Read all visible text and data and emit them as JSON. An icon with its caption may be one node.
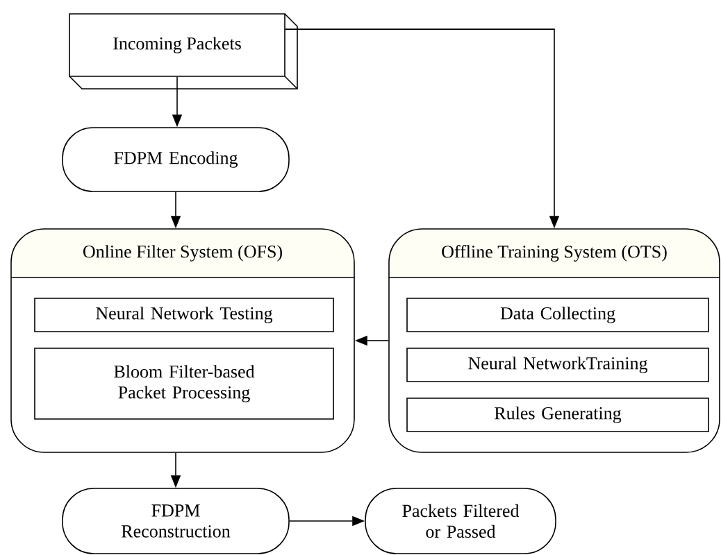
{
  "diagram": {
    "nodes": [
      {
        "text": [
          "Incoming Packets"
        ]
      },
      {
        "text": [
          "FDPM Encoding"
        ]
      },
      {
        "text": [
          "Online Filter System (OFS)"
        ]
      },
      {
        "text": [
          "Neural Network Testing"
        ],
        "in": 2
      },
      {
        "text": [
          "Bloom Filter-based Packet Processing"
        ],
        "in": 2
      },
      {
        "text": [
          "Offline Training System (OTS)"
        ]
      },
      {
        "text": [
          "Data Collecting"
        ],
        "in": 5
      },
      {
        "text": [
          "Neural NetworkTraining"
        ],
        "in": 5
      },
      {
        "text": [
          "Rules Generating"
        ],
        "in": 5
      },
      {
        "text": [
          "FDPM Reconstruction"
        ]
      },
      {
        "text": [
          "Packets Filtered or Passed"
        ]
      }
    ],
    "edges": [
      {
        "from": 0,
        "to": 1,
        "arrow": "to"
      },
      {
        "from": 0,
        "to": 5,
        "arrow": "to"
      },
      {
        "from": 1,
        "to": 2,
        "arrow": "to"
      },
      {
        "from": 5,
        "to": 2,
        "arrow": "to"
      },
      {
        "from": 2,
        "to": 9,
        "arrow": "to"
      },
      {
        "from": 9,
        "to": 10,
        "arrow": "to"
      }
    ]
  }
}
